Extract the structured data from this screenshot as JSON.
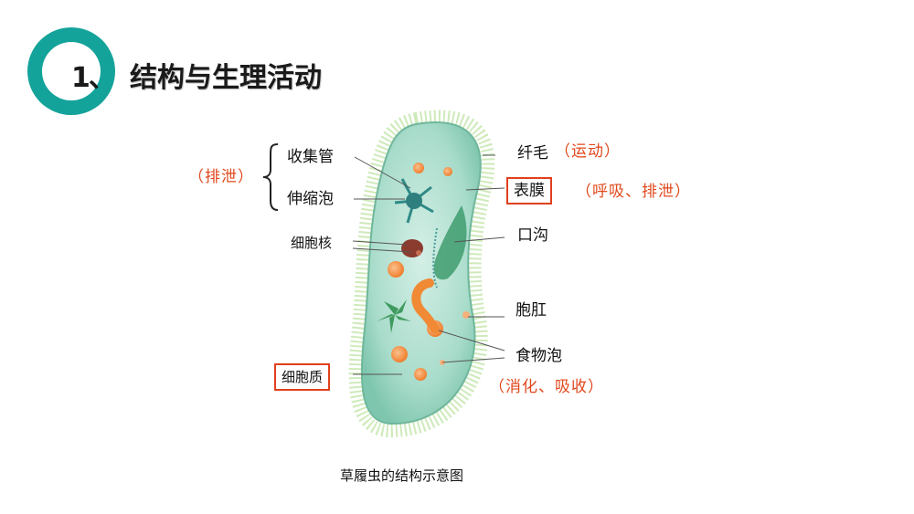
{
  "header": {
    "number": "1、",
    "title": "结构与生理活动",
    "badge_color": "#14a39a"
  },
  "diagram": {
    "labels": {
      "cilia": "纤毛",
      "pellicle": "表膜",
      "oral_groove": "口沟",
      "anal_pore": "胞肛",
      "food_vacuole": "食物泡",
      "collecting_canal": "收集管",
      "contractile_vacuole": "伸缩泡",
      "nucleus": "细胞核",
      "cytoplasm": "细胞质"
    },
    "functions": {
      "cilia": "（运动）",
      "pellicle": "（呼吸、排泄）",
      "food_vacuole": "（消化、吸收）",
      "excretion": "（排泄）"
    },
    "caption": "草履虫的结构示意图",
    "highlight_color": "#e0401e",
    "note_color": "#e0481c"
  }
}
